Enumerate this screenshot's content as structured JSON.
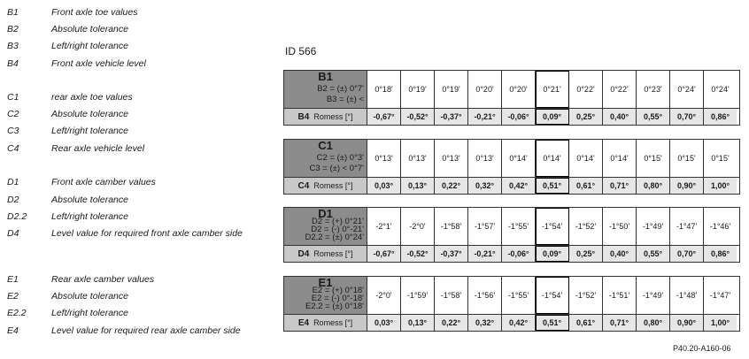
{
  "legend": [
    {
      "code": "B1",
      "text": "Front axle toe values"
    },
    {
      "code": "B2",
      "text": "Absolute tolerance"
    },
    {
      "code": "B3",
      "text": "Left/right tolerance"
    },
    {
      "code": "B4",
      "text": "Front axle vehicle level"
    },
    {
      "code": "C1",
      "text": "rear axle toe values"
    },
    {
      "code": "C2",
      "text": "Absolute tolerance"
    },
    {
      "code": "C3",
      "text": "Left/right tolerance"
    },
    {
      "code": "C4",
      "text": "Rear axle vehicle level"
    },
    {
      "code": "D1",
      "text": "Front axle camber values"
    },
    {
      "code": "D2",
      "text": "Absolute tolerance"
    },
    {
      "code": "D2.2",
      "text": "Left/right tolerance"
    },
    {
      "code": "D4",
      "text": "Level value for required front axle camber side"
    },
    {
      "code": "E1",
      "text": "Rear axle camber values"
    },
    {
      "code": "E2",
      "text": "Absolute tolerance"
    },
    {
      "code": "E2.2",
      "text": "Left/right tolerance"
    },
    {
      "code": "E4",
      "text": "Level value for required rear axle camber side"
    }
  ],
  "id_label": "ID 566",
  "blocks": [
    {
      "title": "B1",
      "lines": [
        "B2 = (±) 0°7'",
        "B3 = (±) <"
      ],
      "values": [
        "0°18'",
        "0°19'",
        "0°19'",
        "0°20'",
        "0°20'",
        "0°21'",
        "0°22'",
        "0°22'",
        "0°23'",
        "0°24'",
        "0°24'"
      ],
      "bottom_code": "B4",
      "bottom_label": "Romess [°]",
      "levels": [
        "-0,67°",
        "-0,52°",
        "-0,37°",
        "-0,21°",
        "-0,06°",
        "0,09°",
        "0,25°",
        "0,40°",
        "0,55°",
        "0,70°",
        "0,86°"
      ]
    },
    {
      "title": "C1",
      "lines": [
        "C2 = (±) 0°3'",
        "C3 = (±) < 0°7'"
      ],
      "values": [
        "0°13'",
        "0°13'",
        "0°13'",
        "0°13'",
        "0°14'",
        "0°14'",
        "0°14'",
        "0°14'",
        "0°15'",
        "0°15'",
        "0°15'"
      ],
      "bottom_code": "C4",
      "bottom_label": "Romess [°]",
      "levels": [
        "0,03°",
        "0,13°",
        "0,22°",
        "0,32°",
        "0,42°",
        "0,51°",
        "0,61°",
        "0,71°",
        "0,80°",
        "0,90°",
        "1,00°"
      ]
    },
    {
      "title": "D1",
      "lines": [
        "D2 = (+) 0°21'",
        "D2 = (-) 0°-21'",
        "D2.2 = (±) 0°24'"
      ],
      "values": [
        "-2°1'",
        "-2°0'",
        "-1°58'",
        "-1°57'",
        "-1°55'",
        "-1°54'",
        "-1°52'",
        "-1°50'",
        "-1°49'",
        "-1°47'",
        "-1°46'"
      ],
      "bottom_code": "D4",
      "bottom_label": "Romess [°]",
      "levels": [
        "-0,67°",
        "-0,52°",
        "-0,37°",
        "-0,21°",
        "-0,06°",
        "0,09°",
        "0,25°",
        "0,40°",
        "0,55°",
        "0,70°",
        "0,86°"
      ]
    },
    {
      "title": "E1",
      "lines": [
        "E2 = (+) 0°18'",
        "E2 = (-) 0°-18'",
        "E2.2 = (±) 0°18'"
      ],
      "values": [
        "-2°0'",
        "-1°59'",
        "-1°58'",
        "-1°56'",
        "-1°55'",
        "-1°54'",
        "-1°52'",
        "-1°51'",
        "-1°49'",
        "-1°48'",
        "-1°47'"
      ],
      "bottom_code": "E4",
      "bottom_label": "Romess [°]",
      "levels": [
        "0,03°",
        "0,13°",
        "0,22°",
        "0,32°",
        "0,42°",
        "0,51°",
        "0,61°",
        "0,71°",
        "0,80°",
        "0,90°",
        "1,00°"
      ]
    }
  ],
  "highlight_column": 5,
  "footer": "P40.20-A160-06"
}
